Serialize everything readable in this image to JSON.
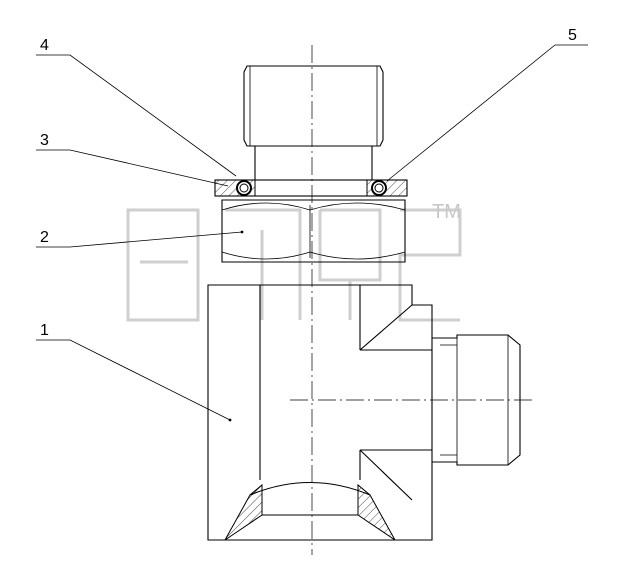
{
  "callouts": [
    {
      "id": "1",
      "label": "1"
    },
    {
      "id": "2",
      "label": "2"
    },
    {
      "id": "3",
      "label": "3"
    },
    {
      "id": "4",
      "label": "4"
    },
    {
      "id": "5",
      "label": "5"
    }
  ],
  "watermark": {
    "trademark": "TM"
  }
}
